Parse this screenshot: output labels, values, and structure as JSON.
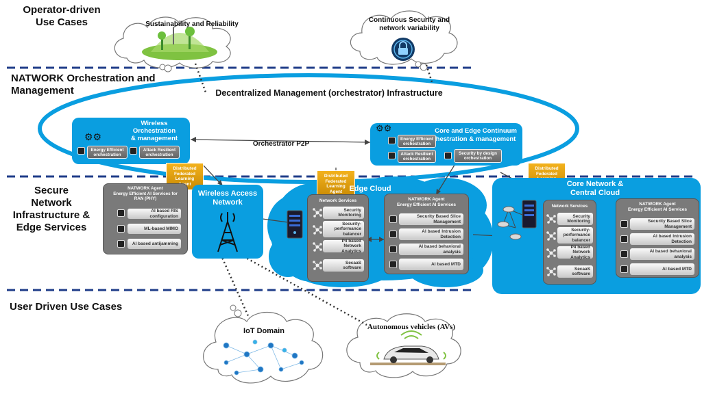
{
  "sections": {
    "operator": "Operator-driven\nUse Cases",
    "orchestration": "NATWORK Orchestration and\nManagement",
    "secure": "Secure\nNetwork\nInfrastructure &\nEdge Services",
    "user": "User Driven Use Cases"
  },
  "clouds": {
    "sustainability": "Sustainability and Reliability",
    "security": "Continuous Security and\nnetwork variability",
    "iot": "IoT Domain",
    "av": "Autonomous vehicles (AVs)"
  },
  "orchestrator_title": "Decentralized Management (orchestrator) Infrastructure",
  "p2p": "Orchestrator P2P",
  "wireless_orch": {
    "title": "Wireless\nOrchestration\n& management",
    "items": [
      "Energy Efficient\norchestration",
      "Attack Resilient\norchestration"
    ]
  },
  "core_orch": {
    "title": "Core and Edge Continuum\nhestration & management",
    "items": [
      "Energy Efficient\norchestration",
      "Attack Resilient\norchestration",
      "Security by design\norchestration"
    ]
  },
  "dfl_agent": "Distributed\nFederated\nLearning\nAgent",
  "ran_agent": {
    "title": "NATWORK Agent\nEnergy Efficient AI Services for\nRAN (PHY)",
    "items": [
      "AI based RIS\nconfiguration",
      "ML-based MIMO",
      "AI based antijamming"
    ]
  },
  "wireless_access": "Wireless Access\nNetwork",
  "edge_cloud": "Edge Cloud",
  "core_cloud": "Core Network &\nCentral Cloud",
  "network_services": {
    "title": "Network Services",
    "items": [
      "Security\nMonitoring",
      "Security-\nperformance\nbalancer",
      "P4 based\nNetwork Analytics",
      "SecaaS\nsoftware"
    ]
  },
  "ai_agent": {
    "title": "NATWORK Agent\nEnergy Efficient AI Services",
    "items": [
      "Security Based Slice\nManagement",
      "AI  based Intrusion\nDetection",
      "AI based behavioral\nanalysis",
      "AI based MTD"
    ]
  },
  "colors": {
    "blue": "#0a9ee0",
    "navy": "#1f3c88",
    "gold": "#d99b0c",
    "gray": "#7a7a7a"
  }
}
